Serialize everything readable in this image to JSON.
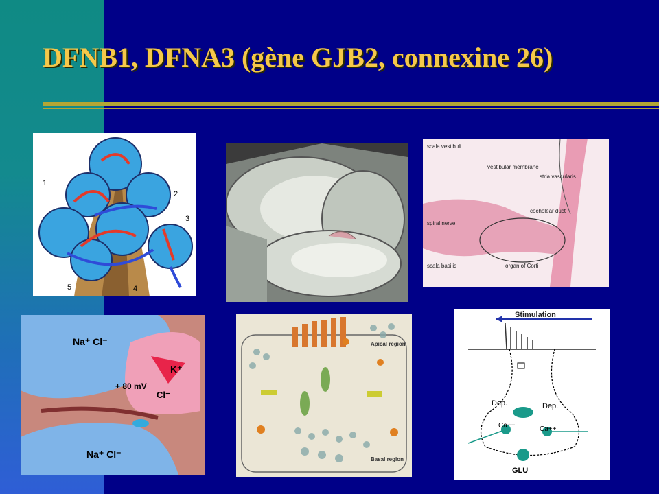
{
  "slide": {
    "title": "DFNB1, DFNA3 (gène GJB2, connexine 26)"
  },
  "cochlea_drawing": {
    "labels": [
      "1",
      "2",
      "3",
      "4",
      "5"
    ]
  },
  "histology": {
    "labels": {
      "scala_vestibuli": "scala vestibuli",
      "vestibular_membrane": "vestibular membrane",
      "stria_vascularis": "stria vascularis",
      "cochlear_duct": "cocholear duct",
      "spiral_nerve": "spiral nerve",
      "scala_basilis": "scala basilis",
      "organ_of_corti": "organ of Corti"
    }
  },
  "ion_diagram": {
    "top_ions": "Na⁺ Cl⁻",
    "potassium": "K⁺",
    "potential": "+ 80 mV",
    "chloride": "Cl⁻",
    "bottom_ions": "Na⁺ Cl⁻"
  },
  "cell_diagram": {
    "apical": "Apical region",
    "basal": "Basal region"
  },
  "hair_cell": {
    "stimulation": "Stimulation",
    "dep_left": "Dep.",
    "dep_right": "Dep.",
    "ca_left": "Ca++",
    "ca_right": "Ca++",
    "glu": "GLU"
  },
  "colors": {
    "background": "#000088",
    "title": "#f5c84a",
    "rule": "#b3a635",
    "band_top": "#0f8a84",
    "band_bottom": "#2f5ed6"
  }
}
